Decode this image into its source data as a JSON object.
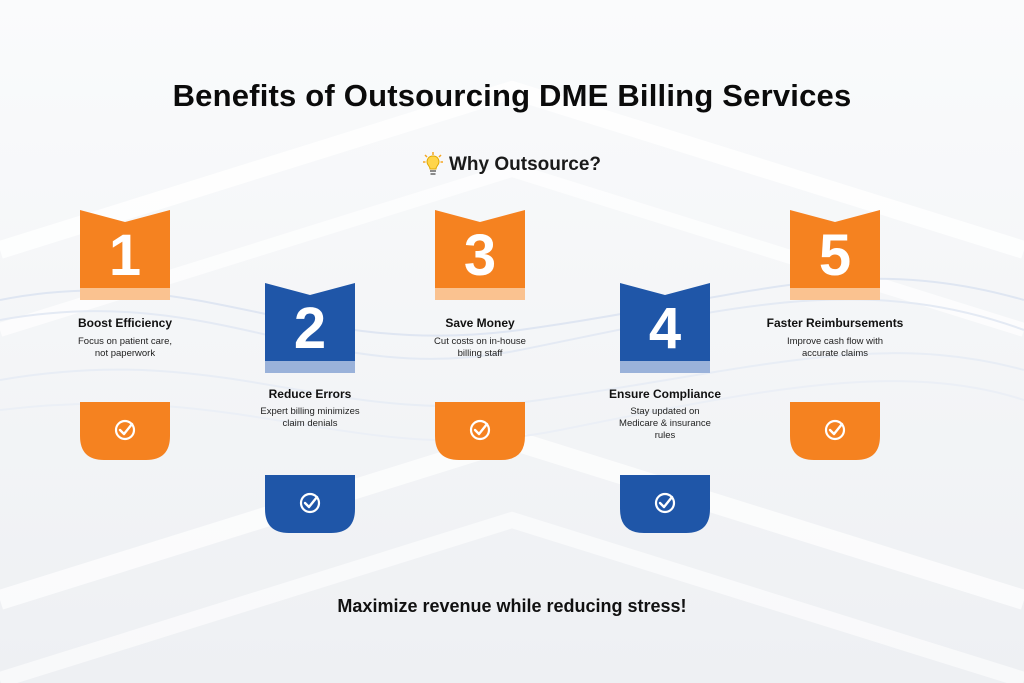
{
  "title": "Benefits of Outsourcing DME Billing Services",
  "subtitle": "Why Outsource?",
  "footer": "Maximize revenue while reducing stress!",
  "colors": {
    "orange": "#f58220",
    "blue": "#1f56a8"
  },
  "steps": [
    {
      "number": "1",
      "title": "Boost Efficiency",
      "desc_line1": "Focus on patient care,",
      "desc_line2": "not paperwork",
      "desc_line3": ""
    },
    {
      "number": "2",
      "title": "Reduce Errors",
      "desc_line1": "Expert billing minimizes",
      "desc_line2": "claim denials",
      "desc_line3": ""
    },
    {
      "number": "3",
      "title": "Save Money",
      "desc_line1": "Cut costs on in-house",
      "desc_line2": "billing staff",
      "desc_line3": ""
    },
    {
      "number": "4",
      "title": "Ensure Compliance",
      "desc_line1": "Stay updated on",
      "desc_line2": "Medicare & insurance",
      "desc_line3": "rules"
    },
    {
      "number": "5",
      "title": "Faster Reimbursements",
      "desc_line1": "Improve cash flow with",
      "desc_line2": "accurate claims",
      "desc_line3": ""
    }
  ]
}
